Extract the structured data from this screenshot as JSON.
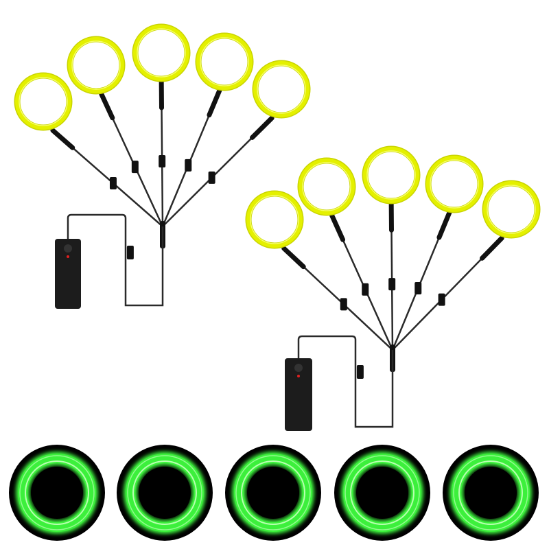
{
  "product": {
    "colors": {
      "wire_unlit": "#e4f000",
      "wire_unlit_highlight": "#f6ff6a",
      "wire_glow": "#3cf03c",
      "glow_core": "#b8ffb0",
      "cable": "#2a2a2a",
      "battery": "#1c1c1c",
      "switch_led": "#e02020",
      "background": "#ffffff"
    },
    "sets": [
      {
        "name": "set-1",
        "rings": 5
      },
      {
        "name": "set-2",
        "rings": 5
      }
    ],
    "glow_samples": 5,
    "icons": [
      "el-wire-coil-icon",
      "battery-pack-icon",
      "glowing-wire-icon"
    ]
  }
}
